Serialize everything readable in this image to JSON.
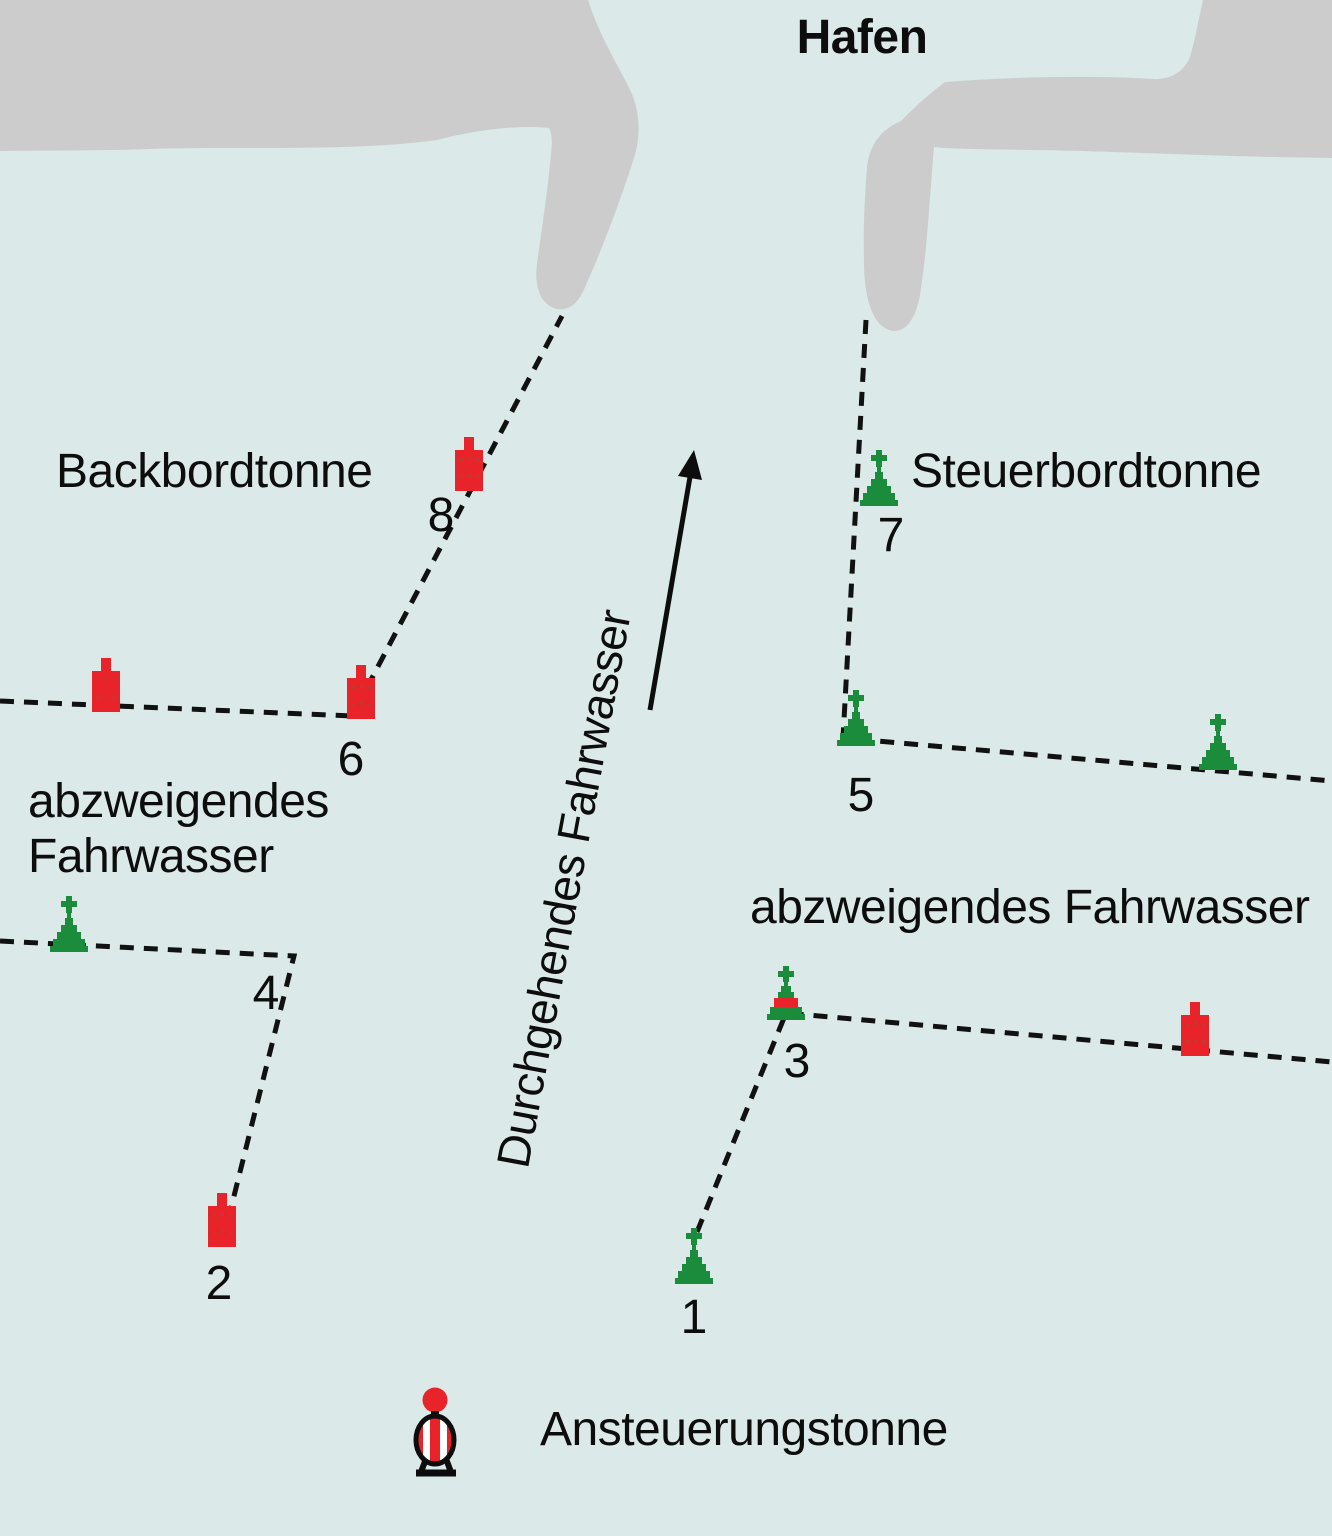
{
  "map": {
    "title": "Hafen",
    "colors": {
      "water": "#dbe9e8",
      "land": "#cccccc",
      "buoy_red": "#e8232a",
      "buoy_green": "#1b8c3c",
      "line_black": "#111111"
    },
    "labels": {
      "hafen": "Hafen",
      "backbordtonne": "Backbordtonne",
      "steuerbordtonne": "Steuerbordtonne",
      "branch_left_line1": "abzweigendes",
      "branch_left_line2": "Fahrwasser",
      "branch_right": "abzweigendes Fahrwasser",
      "main_fairway": "Durchgehendes Fahrwasser"
    },
    "buoys": [
      {
        "number": "1",
        "type": "starboard-cone-green"
      },
      {
        "number": "2",
        "type": "port-can-red"
      },
      {
        "number": "3",
        "type": "junction-cone-green-red-band"
      },
      {
        "number": "4",
        "type": "starboard-cone-green"
      },
      {
        "number": "5",
        "type": "starboard-cone-green"
      },
      {
        "number": "6",
        "type": "port-can-red"
      },
      {
        "number": "7",
        "type": "starboard-cone-green"
      },
      {
        "number": "8",
        "type": "port-can-red"
      }
    ],
    "unnumbered_buoys": [
      {
        "type": "port-can-red",
        "position": "far-left-of-port-chain"
      },
      {
        "type": "starboard-cone-green",
        "position": "right-of-starboard-chain"
      },
      {
        "type": "port-can-red",
        "position": "right-branch-fairway"
      }
    ],
    "legend": {
      "label": "Ansteuerungstonne",
      "icon": "safe-water-buoy"
    }
  }
}
